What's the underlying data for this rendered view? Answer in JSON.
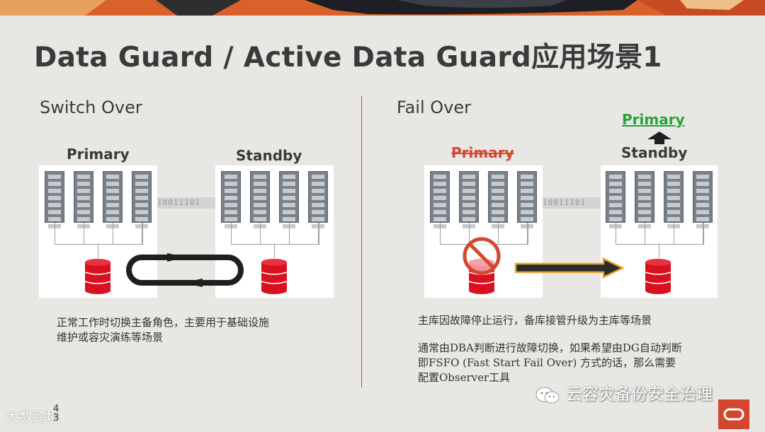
{
  "slide": {
    "title": "Data Guard / Active Data Guard应用场景1",
    "page_number": "4",
    "page_number_partial": "3"
  },
  "switchover": {
    "heading": "Switch Over",
    "primary_label": "Primary",
    "standby_label": "Standby",
    "bits": "10011101",
    "description_line1": "正常工作时切换主备角色，主要用于基础设施",
    "description_line2": "维护或容灾演练等场景"
  },
  "failover": {
    "heading": "Fail Over",
    "primary_label": "Primary",
    "standby_label": "Standby",
    "promoted_label": "Primary",
    "bits": "10011101",
    "description_line1": "主库因故障停止运行，备库接管升级为主库等场景",
    "description_line2": "通常由DBA判断进行故障切换，如果希望由DG自动判断",
    "description_line3": "即FSFO (Fast Start Fail Over) 方式的话，那么需要",
    "description_line4": "配置Observer工具"
  },
  "watermark": {
    "text": "云容灾备份安全治理"
  },
  "bottom_brand": {
    "text": "大数跨境"
  },
  "colors": {
    "title": "#3a3a3a",
    "failed_primary": "#d4472f",
    "promoted_primary": "#27a33a",
    "database": "#d9101f",
    "divider": "#c0504d",
    "arrow_fill": "#3a3a3a",
    "arrow_outline": "#e6a52c"
  },
  "icons": {
    "database": "database-cylinder-icon",
    "prohibited": "no-entry-icon",
    "sync_loop": "bidirectional-sync-arrows-icon",
    "failover_arrow": "right-arrow-icon",
    "promote_arrow": "up-arrow-icon",
    "wechat": "wechat-icon",
    "oracle": "oracle-logo-icon"
  }
}
